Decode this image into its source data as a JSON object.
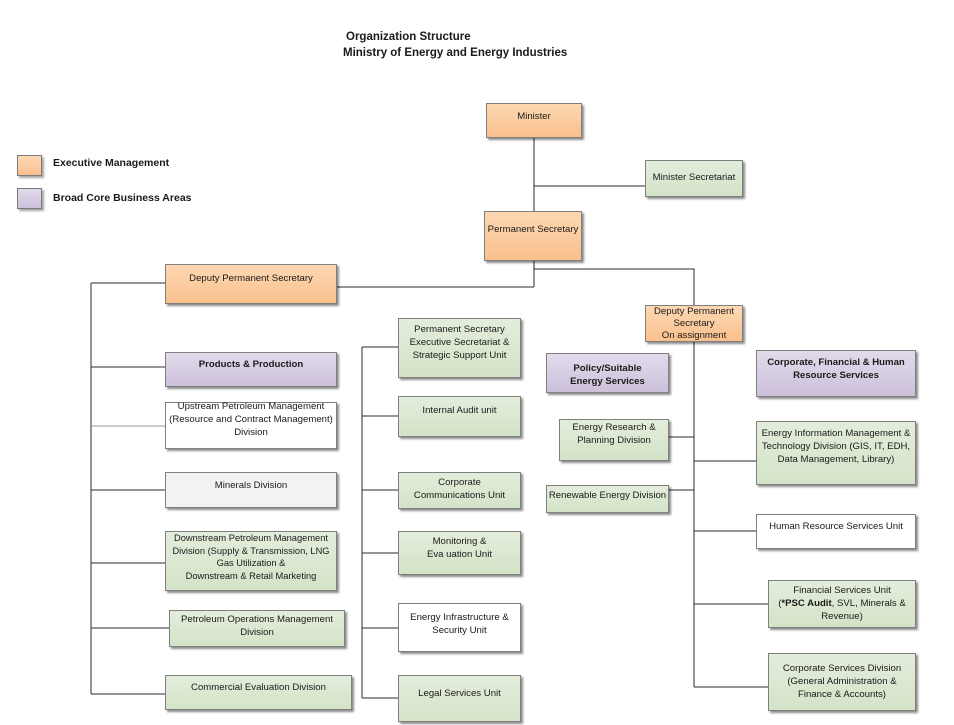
{
  "title": {
    "line1": "Organization Structure",
    "line2": "Ministry of Energy and Energy Industries"
  },
  "legend": [
    {
      "label": "Executive Management",
      "color": "#f9c08c"
    },
    {
      "label": "Broad Core Business Areas",
      "color": "#ccc0da"
    }
  ],
  "colors": {
    "exec": "#f9c08c",
    "core": "#ccc0da",
    "support": "#d3e3c7",
    "neutral": "#f2f2f2",
    "plain": "#ffffff",
    "line": "#2b2b2b"
  },
  "boxes": {
    "minister": "Minister",
    "minister_secretariat": "Minister Secretariat",
    "permanent_secretary": "Permanent Secretary",
    "deputy_ps": "Deputy Permanent Secretary",
    "deputy_ps_assignment": "Deputy Permanent\nSecretary\nOn assignment",
    "ps_exec_secretariat": "Permanent Secretary\nExecutive Secretariat &\nStrategic Support Unit",
    "products_production": "Products & Production",
    "policy_energy_services": "Policy/Suitable\nEnergy Services",
    "corporate_financial_hr": "Corporate, Financial & Human\nResource Services",
    "upstream": "Upstream Petroleum Management\n(Resource and Contract Management)\nDivision",
    "internal_audit": "Internal Audit unit",
    "energy_research": "Energy Research &\nPlanning Division",
    "energy_information": "Energy Information Management &\nTechnology Division (GIS, IT, EDH,\nData Management, Library)",
    "minerals": "Minerals Division",
    "corporate_communications": "Corporate\nCommunications Unit",
    "renewable_energy": "Renewable Energy Division",
    "human_resource": "Human Resource Services Unit",
    "downstream": "Downstream Petroleum Management\nDivision (Supply & Transmission, LNG\nGas Utilization &\nDownstream & Retail Marketing",
    "monitoring_evaluation": "Monitoring &\nEva uation Unit",
    "energy_infrastructure": "Energy Infrastructure &\nSecurity Unit",
    "financial_services": {
      "line1": "Financial Services Unit",
      "open": "(",
      "bold": "*PSC Audit",
      "rest": ", SVL, Minerals &",
      "line3": "Revenue)"
    },
    "petroleum_operations": "Petroleum Operations Management\nDivision",
    "commercial_evaluation": "Commercial Evaluation Division",
    "legal_services": "Legal Services Unit",
    "corporate_services": "Corporate Services Division\n(General Administration &\nFinance & Accounts)"
  }
}
